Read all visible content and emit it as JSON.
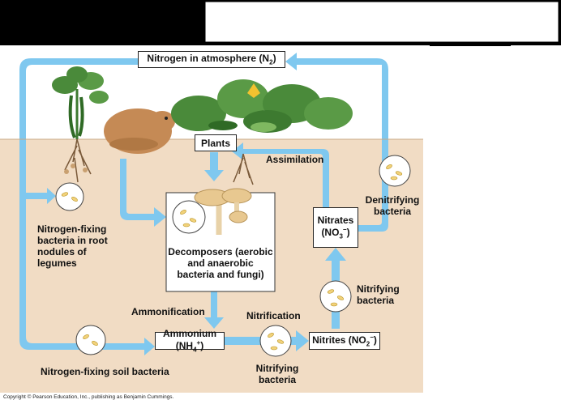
{
  "header": {
    "left_panel_color": "#000000",
    "title_box_text": ""
  },
  "labels": {
    "atmosphere": {
      "pre": "Nitrogen in atmosphere (N",
      "sub": "2",
      "post": ")"
    },
    "plants": "Plants",
    "assimilation": "Assimilation",
    "denitrifying": [
      "Denitrifying",
      "bacteria"
    ],
    "nitrates": {
      "line1": "Nitrates",
      "pre": "(NO",
      "sub": "3",
      "sup": "−",
      "post": ")"
    },
    "nitrogen_fixing_root": [
      "Nitrogen-fixing",
      "bacteria in root",
      "nodules of",
      "legumes"
    ],
    "decomposers": [
      "Decomposers (aerobic",
      "and anaerobic",
      "bacteria and fungi)"
    ],
    "nitrifying_upper": [
      "Nitrifying",
      "bacteria"
    ],
    "ammonification": "Ammonification",
    "nitrification": "Nitrification",
    "ammonium": {
      "pre": "Ammonium (NH",
      "sub": "4",
      "sup": "+",
      "post": ")"
    },
    "nitrites": {
      "pre": "Nitrites (NO",
      "sub": "2",
      "sup": "−",
      "post": ")"
    },
    "nitrogen_fixing_soil": "Nitrogen-fixing soil bacteria",
    "nitrifying_lower": [
      "Nitrifying",
      "bacteria"
    ]
  },
  "copyright": "Copyright © Pearson Education, Inc., publishing as Benjamin Cummings.",
  "colors": {
    "soil": "#f1dcc4",
    "sky": "#ffffff",
    "arrow": "#7fc8ef",
    "leaf": "#4a8a3a",
    "leaf_light": "#7fb860",
    "animal": "#c58a55",
    "mushroom": "#e8c890",
    "bacteria": "#f2d27a"
  }
}
